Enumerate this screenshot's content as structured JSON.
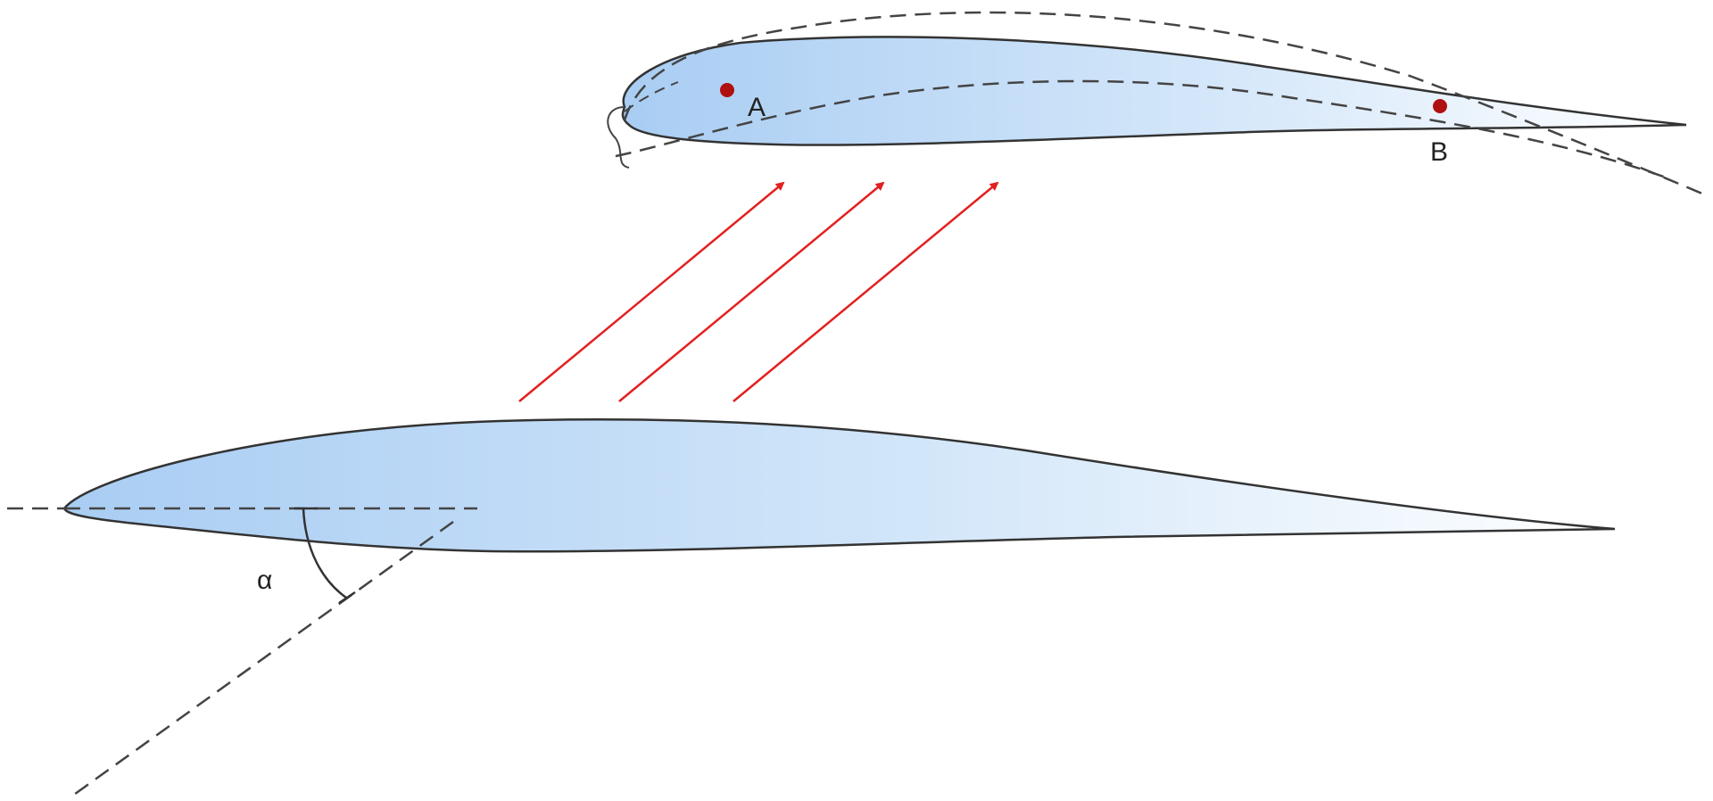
{
  "diagram": {
    "labels": {
      "point_a": "A",
      "point_b": "B",
      "angle": "α"
    },
    "colors": {
      "airfoil_fill_start": "#a9cdf3",
      "airfoil_fill_end": "#ffffff",
      "outline": "#333333",
      "flow_arrow": "#e32020",
      "point": "#b01010",
      "label_text": "#222222"
    },
    "icons": {
      "flow_arrow": "arrow-icon",
      "point_marker": "dot-icon"
    }
  }
}
